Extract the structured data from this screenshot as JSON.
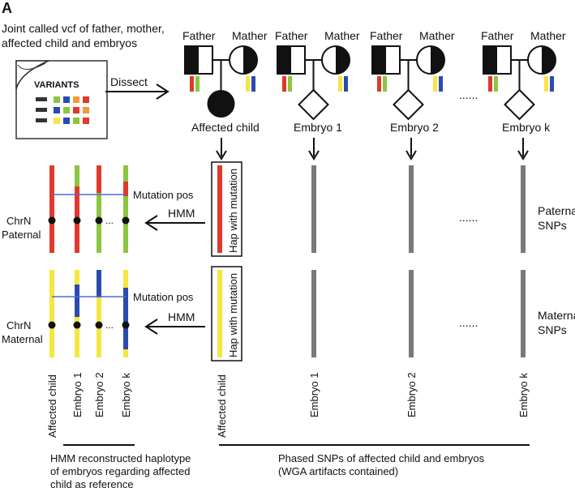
{
  "panel_label": "A",
  "intro_text": [
    "Joint called vcf of father, mother,",
    "affected child and embryos"
  ],
  "document_label": "VARIANTS",
  "dissect_label": "Dissect",
  "father_label": "Father",
  "mother_label": "Mather",
  "ellipsis": "......",
  "small_ellipsis": "...",
  "families": [
    {
      "child_label": "Affected child"
    },
    {
      "child_label": "Embryo 1"
    },
    {
      "child_label": "Embryo 2"
    },
    {
      "child_label": "Embryo k"
    }
  ],
  "hap_box_label": "Hap with mutation",
  "mutation_pos_label": "Mutation pos",
  "hmm_label": "HMM",
  "chr_paternal": [
    "ChrN",
    "Paternal"
  ],
  "chr_maternal": [
    "ChrN",
    "Maternal"
  ],
  "paternal_snps": [
    "Paternal",
    "SNPs"
  ],
  "maternal_snps": [
    "Maternal",
    "SNPs"
  ],
  "left_columns": [
    "Affected child",
    "Embryo 1",
    "Embryo 2",
    "Embryo k"
  ],
  "right_columns": [
    "Affected child",
    "Embryo 1",
    "Embryo 2",
    "Embryo k"
  ],
  "caption_left": [
    "HMM reconstructed haplotype",
    "of embryos regarding affected",
    "child as reference"
  ],
  "caption_right": [
    "Phased SNPs of affected child and embryos",
    "(WGA artifacts contained)"
  ],
  "colors": {
    "red": "#e03a2a",
    "green": "#8cc63f",
    "yellow": "#f5e642",
    "blue": "#2a4bb0",
    "orange": "#f29a3a",
    "grey": "#7a7a7a",
    "line_blue": "#4a6fd0"
  }
}
